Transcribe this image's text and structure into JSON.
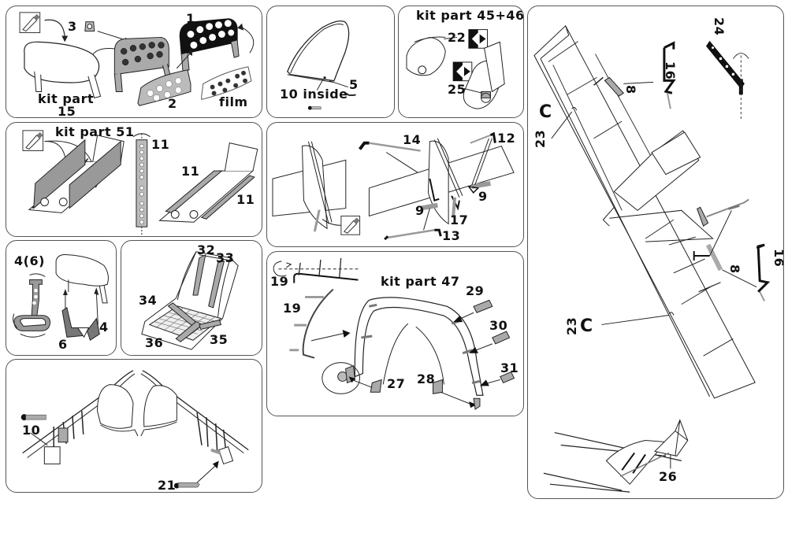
{
  "sheet": {
    "panels": {
      "instrument_panel": {
        "labels": {
          "part3": "3",
          "part1": "1",
          "kit_part": "kit part",
          "kit_part_num": "15",
          "part2": "2",
          "film": "film"
        }
      },
      "canopy": {
        "labels": {
          "inside": "10 inside",
          "part5": "5"
        }
      },
      "wheels": {
        "labels": {
          "kit_part": "kit part 45+46",
          "part22": "22",
          "part25": "25"
        }
      },
      "floor": {
        "labels": {
          "kit_part": "kit part 51",
          "part11_strip": "11",
          "part11_left": "11",
          "part11_right": "11"
        }
      },
      "tail": {
        "labels": {
          "part14": "14",
          "part12": "12",
          "part9_right": "9",
          "part9_left": "9",
          "part17": "17",
          "part13": "13"
        }
      },
      "rudder_pedals": {
        "labels": {
          "part4_6": "4(6)",
          "part6": "6",
          "part4": "4"
        }
      },
      "seat": {
        "labels": {
          "part32": "32",
          "part33": "33",
          "part34": "34",
          "part35": "35",
          "part36": "36"
        }
      },
      "landing_gear": {
        "labels": {
          "kit_part": "kit part 47",
          "part19_top": "19",
          "part19": "19",
          "part29": "29",
          "part30": "30",
          "part31": "31",
          "part27": "27",
          "part28": "28"
        }
      },
      "cockpit_interior": {
        "labels": {
          "part10": "10",
          "part21": "21"
        }
      },
      "wing": {
        "labels": {
          "part16_top": "16",
          "part8_top": "8",
          "part24": "24",
          "part23_top": "23",
          "part23_bottom": "23",
          "part8_bottom": "8",
          "part16_bottom": "16",
          "part26": "26"
        }
      }
    },
    "colors": {
      "line": "#222222",
      "photoetch": "#b0b0b0",
      "border": "#555555",
      "black": "#111111"
    }
  }
}
